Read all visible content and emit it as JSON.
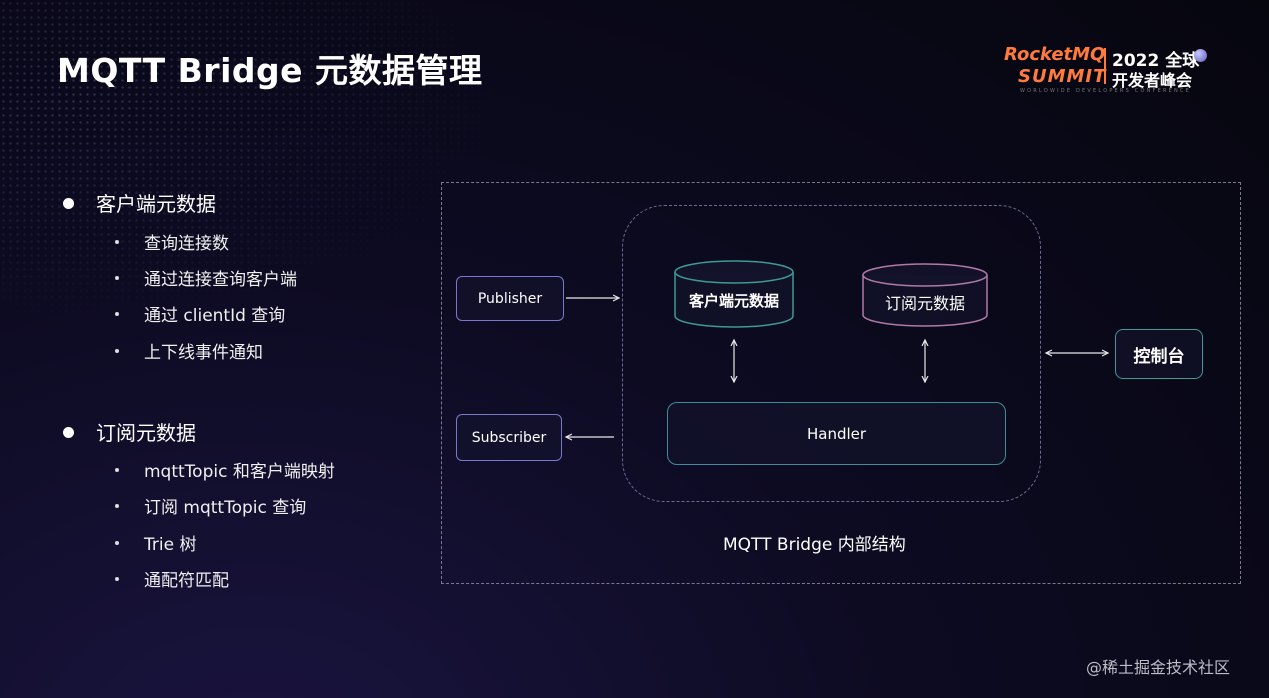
{
  "slide": {
    "title": "MQTT Bridge 元数据管理"
  },
  "logo": {
    "brand": "RocketMQ",
    "event": "SUMMIT",
    "year_label": "2022 全球",
    "conference_label": "开发者峰会",
    "tagline": "WORLDWIDE DEVELOPERS CONFERENCE"
  },
  "left_list": {
    "sections": [
      {
        "heading": "客户端元数据",
        "items": [
          "查询连接数",
          "通过连接查询客户端",
          "通过 clientId 查询",
          "上下线事件通知"
        ]
      },
      {
        "heading": "订阅元数据",
        "items": [
          "mqttTopic 和客户端映射",
          "订阅 mqttTopic 查询",
          "Trie 树",
          "通配符匹配"
        ]
      }
    ]
  },
  "diagram": {
    "publisher": "Publisher",
    "subscriber": "Subscriber",
    "client_db": "客户端元数据",
    "subscription_db": "订阅元数据",
    "handler": "Handler",
    "console": "控制台",
    "caption": "MQTT Bridge 内部结构",
    "colors": {
      "client_store": "#3e9a93",
      "subscription_store": "#b07aa6",
      "actor_border": "#7b78c9",
      "handler_border": "#3e8d98"
    }
  },
  "watermark": "@稀土掘金技术社区"
}
